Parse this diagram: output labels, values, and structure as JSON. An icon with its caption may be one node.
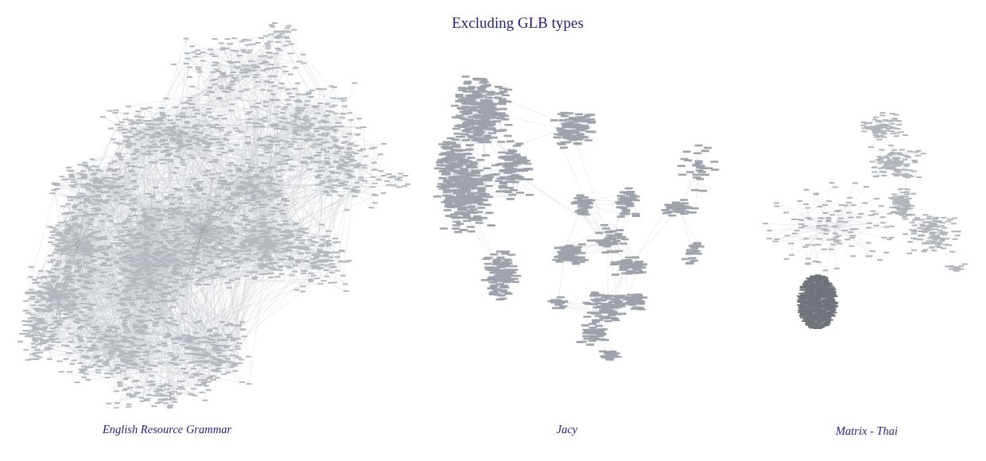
{
  "diagram": {
    "title": "Excluding GLB types",
    "labels": [
      "English Resource Grammar",
      "Jacy",
      "Matrix - Thai"
    ]
  }
}
